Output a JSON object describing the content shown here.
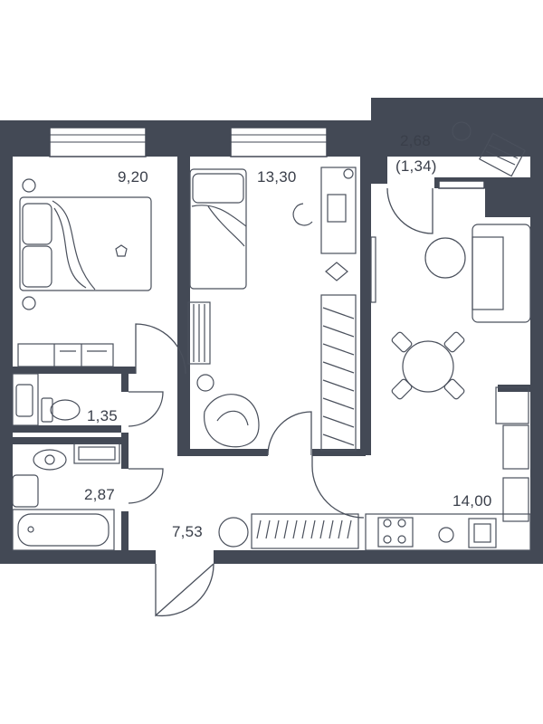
{
  "plan": {
    "colors": {
      "wall": "#434955",
      "line": "#4a505c",
      "ink": "#3a3f4a",
      "fill": "#ffffff"
    },
    "rooms": [
      {
        "id": "bedroom-1",
        "area": "9,20"
      },
      {
        "id": "bedroom-2",
        "area": "13,30"
      },
      {
        "id": "balcony",
        "area": "2,68",
        "area_reduced": "(1,34)"
      },
      {
        "id": "living-kitchen",
        "area": "14,00"
      },
      {
        "id": "toilet",
        "area": "1,35"
      },
      {
        "id": "bathroom",
        "area": "2,87"
      },
      {
        "id": "hallway",
        "area": "7,53"
      }
    ]
  }
}
